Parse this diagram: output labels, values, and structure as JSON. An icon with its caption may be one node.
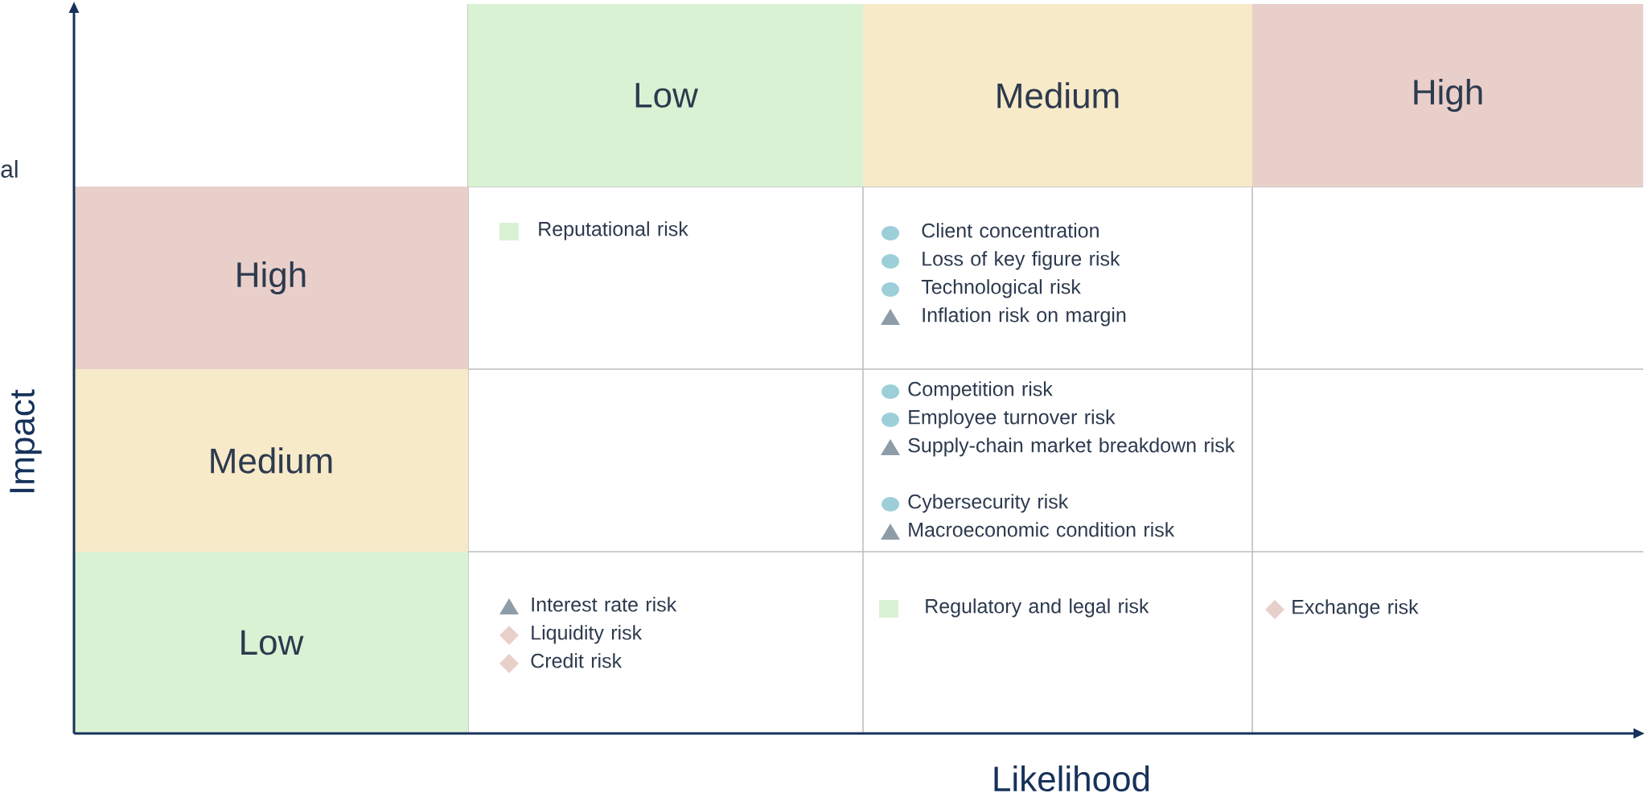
{
  "diagram": {
    "nodes": [
      {
        "text": [
          "Low"
        ]
      },
      {
        "text": [
          "Medium"
        ]
      },
      {
        "text": [
          "High"
        ]
      },
      {
        "text": [
          "High"
        ]
      },
      {
        "text": [
          "Medium"
        ]
      },
      {
        "text": [
          "Low"
        ]
      },
      {
        "text": [
          "Reputational risk"
        ]
      },
      {
        "text": [
          "Client concentration",
          "Loss of key figure risk",
          "Technological risk",
          "Inflation risk on margin"
        ]
      },
      {
        "text": [
          "Competition risk",
          "Employee turnover risk",
          "Supply-chain market breakdown risk",
          "Cybersecurity risk",
          "Macroeconomic condition risk"
        ]
      },
      {
        "text": [
          "Interest rate risk",
          "Liquidity risk",
          "Credit risk"
        ]
      },
      {
        "text": [
          "Regulatory and legal risk"
        ]
      },
      {
        "text": [
          "Exchange risk"
        ]
      }
    ],
    "labels": [
      "al",
      "Impact",
      "Likelihood"
    ]
  }
}
